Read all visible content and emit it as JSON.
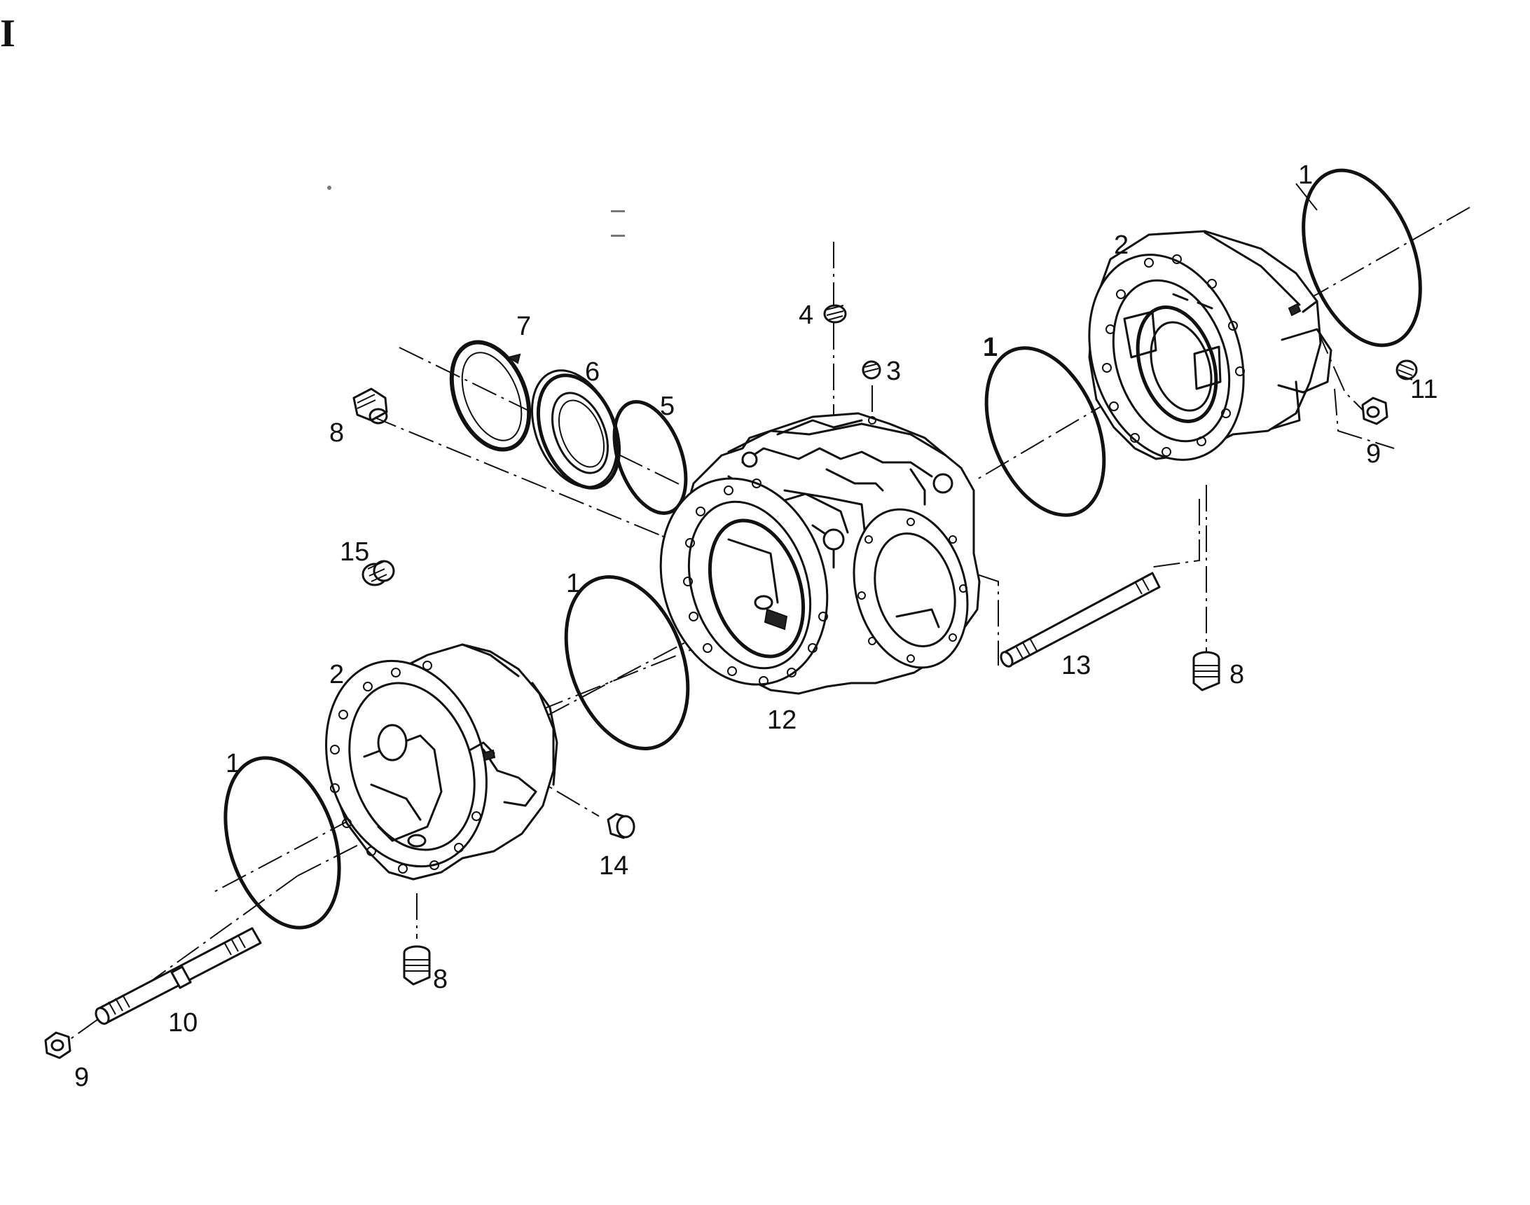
{
  "header": {
    "corner_mark": "I"
  },
  "labels": {
    "ring_right_top": "1",
    "ring_right_mid": "1",
    "ring_center": "1",
    "ring_left": "1",
    "housing_right": "2",
    "housing_left": "2",
    "plug_top": "3",
    "plug_top_2": "4",
    "oring_small": "5",
    "seal": "6",
    "retainer": "7",
    "plug_left": "8",
    "plug_right": "8",
    "plug_bottom": "8",
    "nut_right": "9",
    "nut_left": "9",
    "stud_long": "10",
    "screw_right": "11",
    "body": "12",
    "stud_short": "13",
    "bolt": "14",
    "insert": "15"
  }
}
